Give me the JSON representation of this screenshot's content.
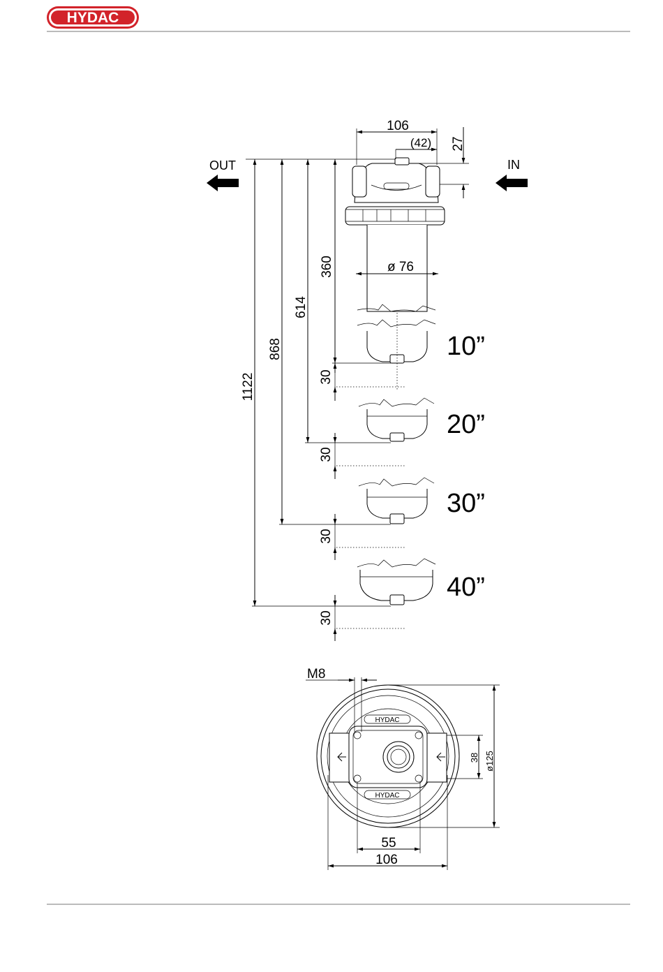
{
  "header": {
    "logo_text": "HYDAC",
    "logo_color": "#d2232a"
  },
  "side_view": {
    "port_out": "OUT",
    "port_in": "IN",
    "dims": {
      "top_width": "106",
      "port_offset": "(42)",
      "port_height": "27",
      "diameter": "ø 76",
      "len_10": "360",
      "len_20": "614",
      "len_30": "868",
      "len_40": "1122",
      "gap_10": "30",
      "gap_20": "30",
      "gap_30": "30",
      "gap_40": "30"
    },
    "sizes": [
      "10”",
      "20”",
      "30”",
      "40”"
    ]
  },
  "top_view": {
    "dims": {
      "thread": "M8",
      "port_spacing": "38",
      "outer_diameter": "ø125",
      "bolt_spacing": "55",
      "overall_width": "106"
    },
    "housing_label": "HYDAC"
  }
}
